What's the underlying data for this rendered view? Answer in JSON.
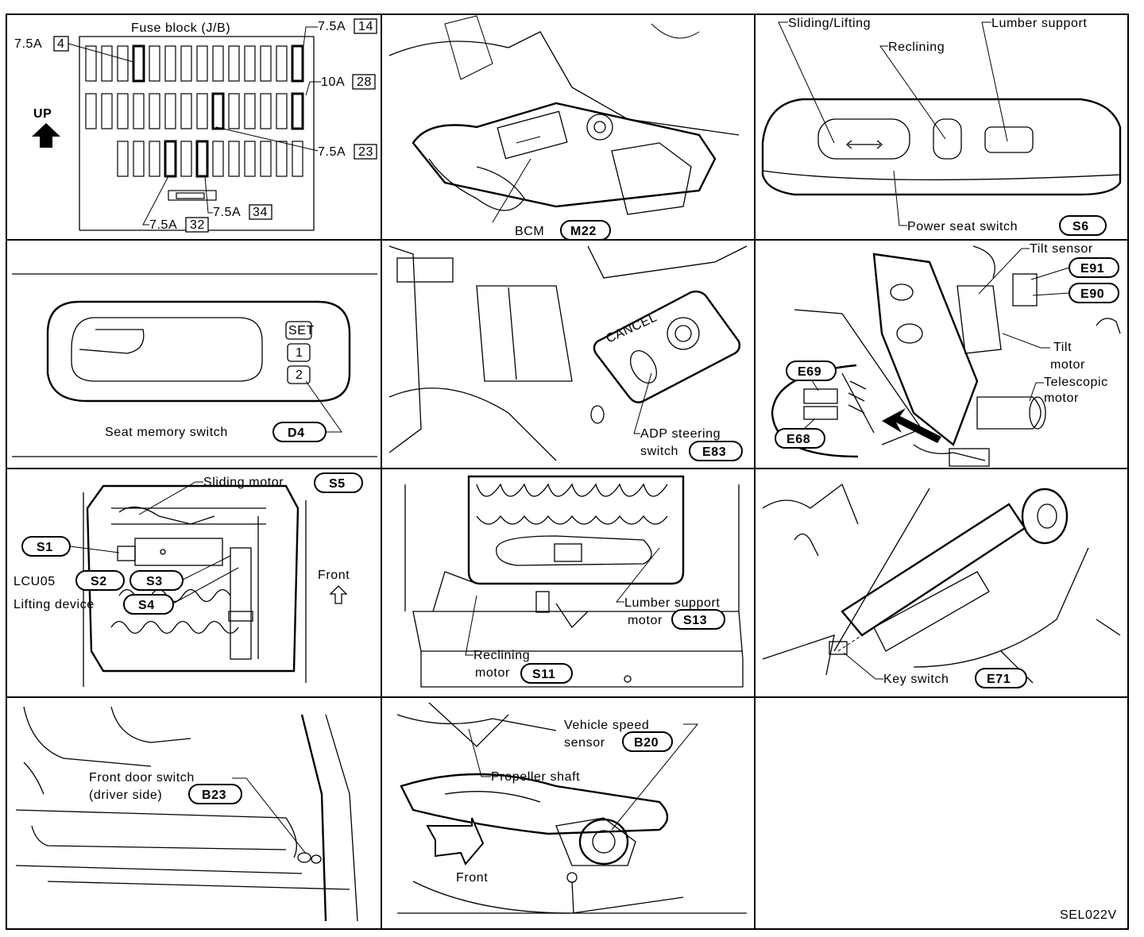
{
  "code": "SEL022V",
  "panels": {
    "fuse": {
      "title": "Fuse block (J/B)",
      "up": "UP",
      "fuses": [
        {
          "amp": "7.5A",
          "no": "4"
        },
        {
          "amp": "7.5A",
          "no": "14"
        },
        {
          "amp": "10A",
          "no": "28"
        },
        {
          "amp": "7.5A",
          "no": "23"
        },
        {
          "amp": "7.5A",
          "no": "32"
        },
        {
          "amp": "7.5A",
          "no": "34"
        }
      ]
    },
    "bcm": {
      "label": "BCM",
      "conn": "M22"
    },
    "seat_switch": {
      "sliding": "Sliding/Lifting",
      "reclining": "Reclining",
      "lumber": "Lumber support",
      "power": "Power seat switch",
      "conn": "S6"
    },
    "memory": {
      "label": "Seat memory switch",
      "conn": "D4",
      "buttons": [
        "SET",
        "1",
        "2"
      ]
    },
    "adp": {
      "cancel": "CANCEL",
      "line1": "ADP steering",
      "line2": "switch",
      "conn": "E83"
    },
    "tilt": {
      "tilt_sensor": "Tilt sensor",
      "tilt_motor_1": "Tilt",
      "tilt_motor_2": "motor",
      "tele_1": "Telescopic",
      "tele_2": "motor",
      "conns": [
        "E91",
        "E90",
        "E69",
        "E68"
      ]
    },
    "seat_under": {
      "sliding": "Sliding motor",
      "lcu": "LCU05",
      "lifting": "Lifting device",
      "front": "Front",
      "conns": [
        "S5",
        "S1",
        "S2",
        "S3",
        "S4"
      ]
    },
    "seatback": {
      "lumber_1": "Lumber support",
      "lumber_2": "motor",
      "recl_1": "Reclining",
      "recl_2": "motor",
      "conns": [
        "S13",
        "S11"
      ]
    },
    "key": {
      "label": "Key switch",
      "conn": "E71"
    },
    "door": {
      "line1": "Front door switch",
      "line2": "(driver side)",
      "conn": "B23"
    },
    "speed": {
      "line1": "Vehicle speed",
      "line2": "sensor",
      "conn": "B20",
      "shaft": "Propeller shaft",
      "front": "Front"
    }
  }
}
